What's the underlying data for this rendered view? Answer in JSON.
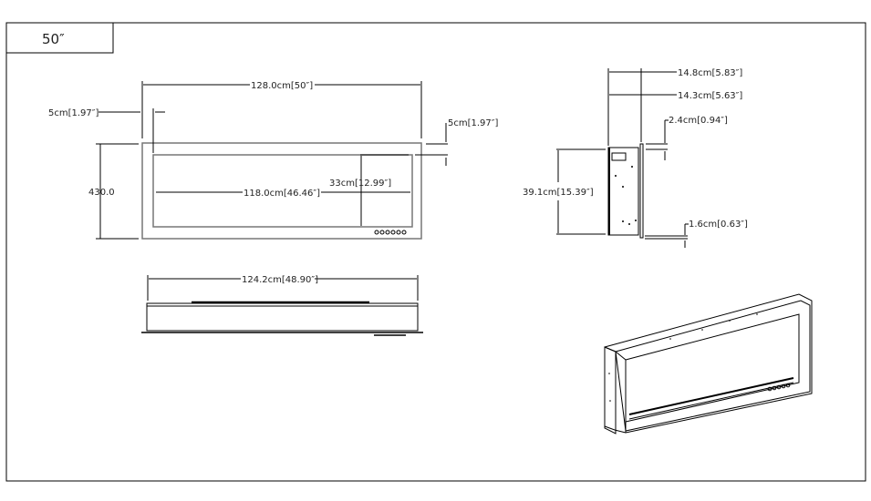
{
  "title": "50″",
  "front_view": {
    "overall_width": "128.0cm[50″]",
    "left_margin": "5cm[1.97″]",
    "top_margin": "5cm[1.97″]",
    "height": "430.0",
    "inner_width": "118.0cm[46.46″]",
    "inner_height": "33cm[12.99″]"
  },
  "top_view": {
    "width": "124.2cm[48.90″]"
  },
  "side_view": {
    "depth_total": "14.8cm[5.83″]",
    "depth_body": "14.3cm[5.63″]",
    "top_flange": "2.4cm[0.94″]",
    "height": "39.1cm[15.39″]",
    "bottom_flange": "1.6cm[0.63″]"
  }
}
